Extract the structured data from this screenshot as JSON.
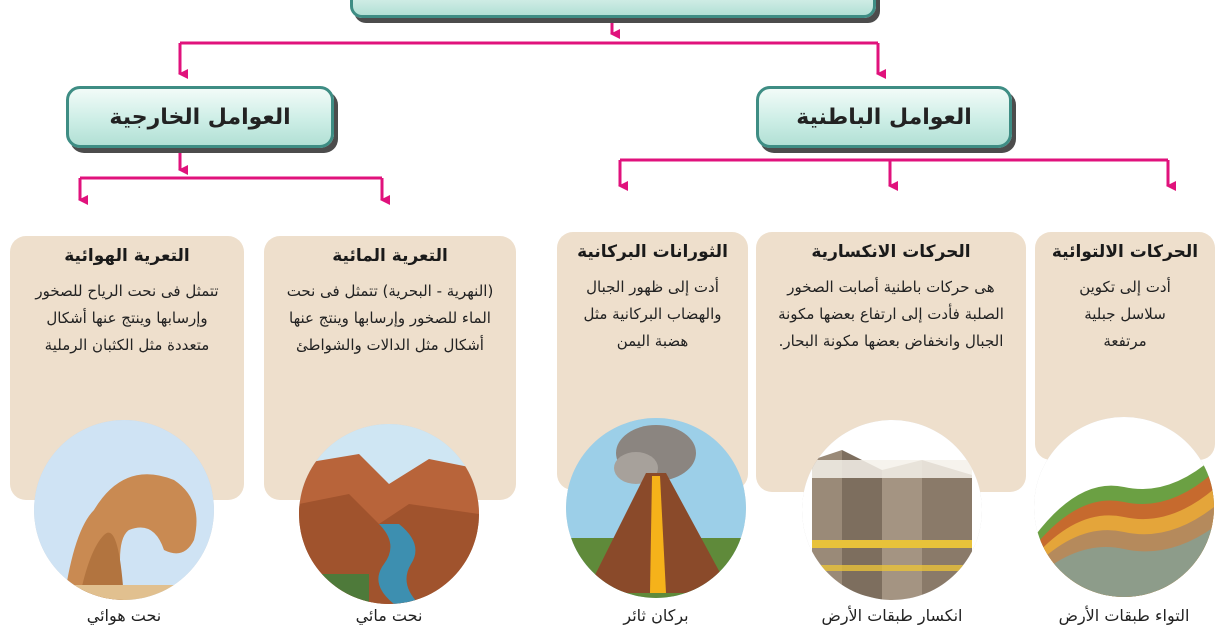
{
  "headings": {
    "external": "العوامل الخارجية",
    "internal": "العوامل الباطنية"
  },
  "cards": [
    {
      "title": "الحركات الالتوائية",
      "text": "أدت إلى تكوين سلاسل جبلية مرتفعة",
      "caption": "التواء طبقات الأرض",
      "icon": "folded-rock-layers-image"
    },
    {
      "title": "الحركات الانكسارية",
      "text": "هى حركات باطنية أصابت الصخور الصلبة فأدت إلى ارتفاع بعضها مكونة الجبال وانخفاض بعضها مكونة البحار.",
      "caption": "انكسار طبقات الأرض",
      "icon": "faulted-rock-layers-image"
    },
    {
      "title": "الثورانات البركانية",
      "text": "أدت إلى ظهور الجبال والهضاب البركانية مثل هضبة اليمن",
      "caption": "بركان ثائر",
      "icon": "erupting-volcano-image"
    },
    {
      "title": "التعرية المائية",
      "text": "(النهرية - البحرية) تتمثل فى نحت الماء للصخور وإرسابها وينتج عنها أشكال مثل الدالات والشواطئ",
      "caption": "نحت مائي",
      "icon": "river-canyon-image"
    },
    {
      "title": "التعرية الهوائية",
      "text": "تتمثل فى نحت الرياح للصخور وإرسابها وينتج عنها أشكال متعددة مثل الكثبان الرملية",
      "caption": "نحت هوائي",
      "icon": "wind-eroded-rock-arch-image"
    }
  ],
  "colors": {
    "arrow": "#e0127c",
    "card": "#eedfcc",
    "heading_border": "#3e8d84"
  }
}
